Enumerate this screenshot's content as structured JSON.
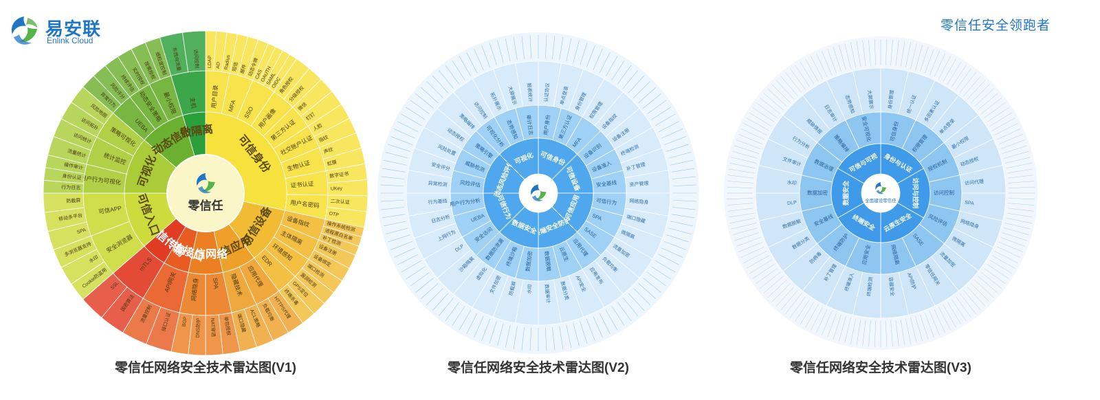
{
  "brand": {
    "name_cn": "易安联",
    "name_en": "Enlink Cloud",
    "slogan": "零信任安全领跑者",
    "logo_icon": "enlink-swirl-logo",
    "accent_color": "#1f76c8"
  },
  "charts": [
    {
      "caption": "零信任网络安全技术雷达图(V1)",
      "center_label": "零信任",
      "palette": "green-yellow-orange-red",
      "categories": [
        {
          "name": "可信身份",
          "color": "#f7e13c",
          "share": 5,
          "subs": [
            {
              "name": "用户目录",
              "items": [
                "LDAP",
                "AD",
                "Radius"
              ]
            },
            {
              "name": "MFA",
              "items": [
                "短信",
                "邮件",
                "动态令牌"
              ]
            },
            {
              "name": "SSO",
              "items": [
                "CAS",
                "OAUTH",
                "SAML",
                "OIDC"
              ]
            },
            {
              "name": "用户画像",
              "items": [
                "角色授权",
                "分级授权"
              ]
            },
            {
              "name": "第三方认证",
              "items": [
                "微信",
                "钉钉"
              ]
            },
            {
              "name": "社交账户认证",
              "items": [
                "人脸",
                "指纹"
              ]
            },
            {
              "name": "生物认证",
              "items": [
                "声纹",
                "虹膜"
              ]
            },
            {
              "name": "证书认证",
              "items": [
                "数字证书",
                "UKey"
              ]
            },
            {
              "name": "用户名密码",
              "items": [
                "二次认证",
                "OTP"
              ]
            }
          ]
        },
        {
          "name": "可信设备",
          "color": "#f2bb34",
          "share": 2,
          "subs": [
            {
              "name": "设备指纹",
              "items": [
                "操作系统检测",
                "进程黑白名单",
                "补丁检测"
              ]
            },
            {
              "name": "主体隔离",
              "items": [
                "设备注册",
                "设备绑定"
              ]
            },
            {
              "name": "环境感知",
              "items": [
                "端口检测",
                "漏洞检测"
              ]
            },
            {
              "name": "EDR",
              "items": [
                "GPS定位",
                "终端杀毒"
              ]
            }
          ]
        },
        {
          "name": "可信应用",
          "color": "#eea02b",
          "share": 1.2,
          "subs": [
            {
              "name": "应用代理",
              "items": [
                "HTTPS代理",
                "负载均衡"
              ]
            },
            {
              "name": "隐藏技术",
              "items": [
                "ACL策略",
                "端口隐藏"
              ]
            }
          ]
        },
        {
          "name": "可信网络",
          "color": "#eb7f22",
          "share": 1.2,
          "subs": [
            {
              "name": "SPA",
              "items": [
                "单包授权",
                "NAT穿透"
              ]
            },
            {
              "name": "网络隐身",
              "items": [
                "DNS防护",
                "BGP"
              ]
            }
          ]
        },
        {
          "name": "可信接口",
          "color": "#e85c22",
          "share": 0.9,
          "subs": [
            {
              "name": "API网关",
              "items": [
                "接口认证",
                "流量控制"
              ]
            }
          ]
        },
        {
          "name": "可信传输",
          "color": "#e23b24",
          "share": 0.9,
          "subs": [
            {
              "name": "mTLS",
              "items": [
                "国密算法",
                "SSL"
              ]
            }
          ]
        },
        {
          "name": "可信入口",
          "color": "#cddb3c",
          "share": 2,
          "subs": [
            {
              "name": "安全浏览器",
              "items": [
                "Cookie防盗用",
                "水印",
                "多浏览器支持"
              ]
            },
            {
              "name": "可信APP",
              "items": [
                "SPA",
                "移动多平台",
                "防截屏"
              ]
            }
          ]
        },
        {
          "name": "可视化",
          "color": "#a9cc38",
          "share": 2,
          "subs": [
            {
              "name": "用户行为可视化",
              "items": [
                "行为日志",
                "身份认证",
                "操作审计"
              ]
            },
            {
              "name": "统计监控",
              "items": [
                "流量统计",
                "访问统计"
              ]
            },
            {
              "name": "策略可视化",
              "items": [
                "访问拓扑",
                "风险地图"
              ]
            }
          ]
        },
        {
          "name": "动态信任",
          "color": "#6bb030",
          "share": 1.6,
          "subs": [
            {
              "name": "UEBA",
              "items": [
                "异常行为",
                "风险评分"
              ]
            },
            {
              "name": "动态安全策略",
              "items": [
                "持续评估",
                "实时授权"
              ]
            },
            {
              "name": "最小权限",
              "items": [
                "按需授权",
                "细粒度控制"
              ]
            }
          ]
        },
        {
          "name": "微隔离",
          "color": "#2b9f3a",
          "share": 0.8,
          "subs": [
            {
              "name": "主机",
              "items": [
                "东西向流量",
                "访问控制"
              ]
            }
          ]
        }
      ]
    },
    {
      "caption": "零信任网络安全技术雷达图(V2)",
      "center_label": "零信任",
      "palette": "blue",
      "inner": [
        "可信身份",
        "可信设备",
        "可信应用",
        "终端安全防护",
        "数据安全",
        "可信行为",
        "动态风险评估",
        "可视化"
      ],
      "second": [
        "用户身份",
        "第三方认证",
        "MFA",
        "设备识别",
        "设备准入",
        "安全基线",
        "可信行为",
        "SPA",
        "SASE",
        "应用代理",
        "云原生",
        "数据脱敏",
        "数据加密",
        "终端沙箱",
        "数据防泄漏",
        "安全访问",
        "UEBA",
        "用户行为分析",
        "风险评估",
        "威胁检测",
        "策略引擎",
        "可视化分析",
        "态势感知",
        "审计日志"
      ],
      "third": [
        "认证协议",
        "单点登录",
        "身份管理",
        "权限管理",
        "设备指纹",
        "设备注册",
        "终端检测",
        "补丁管理",
        "资产管理",
        "网络隐身",
        "端口隐藏",
        "微隔离",
        "流量加密",
        "负载均衡",
        "应用发布",
        "API安全",
        "数据分类",
        "数据审计",
        "水印",
        "防截屏",
        "文件加密",
        "虚拟化",
        "沙箱隔离",
        "DLP",
        "上网行为",
        "日志分析",
        "行为基线",
        "异常检测",
        "安全评分",
        "风险处置",
        "动态授权",
        "策略编排",
        "访问控制",
        "拓扑展示",
        "大屏展示",
        "报表统计"
      ]
    },
    {
      "caption": "零信任网络安全技术雷达图(V3)",
      "center_label": "全面建设零信任",
      "palette": "light-blue",
      "inner": [
        "身份与认证",
        "访问与控制",
        "云原生安全",
        "终端安全",
        "数据安全",
        "可信与可视"
      ],
      "second": [
        "可信身份",
        "权限管理",
        "授权机制",
        "访问控制",
        "风险评估",
        "SASE",
        "网络隔离",
        "应用安全",
        "终端防护",
        "安全基线",
        "数据加密",
        "数据治理",
        "策略编排",
        "安全可视化"
      ],
      "third": [
        "身份管理",
        "统一认证",
        "多因素认证",
        "单点登录",
        "最小权限",
        "动态授权",
        "访问代理",
        "SPA",
        "网络隐身",
        "微隔离",
        "流量加密",
        "零信任网关",
        "API防护",
        "容器安全",
        "终端检测",
        "终端准入",
        "补丁管理",
        "防病毒",
        "数据分类",
        "数据脱敏",
        "DLP",
        "水印",
        "文件审计",
        "行为分析",
        "威胁情报",
        "日志审计",
        "态势感知",
        "大屏展示"
      ]
    }
  ]
}
